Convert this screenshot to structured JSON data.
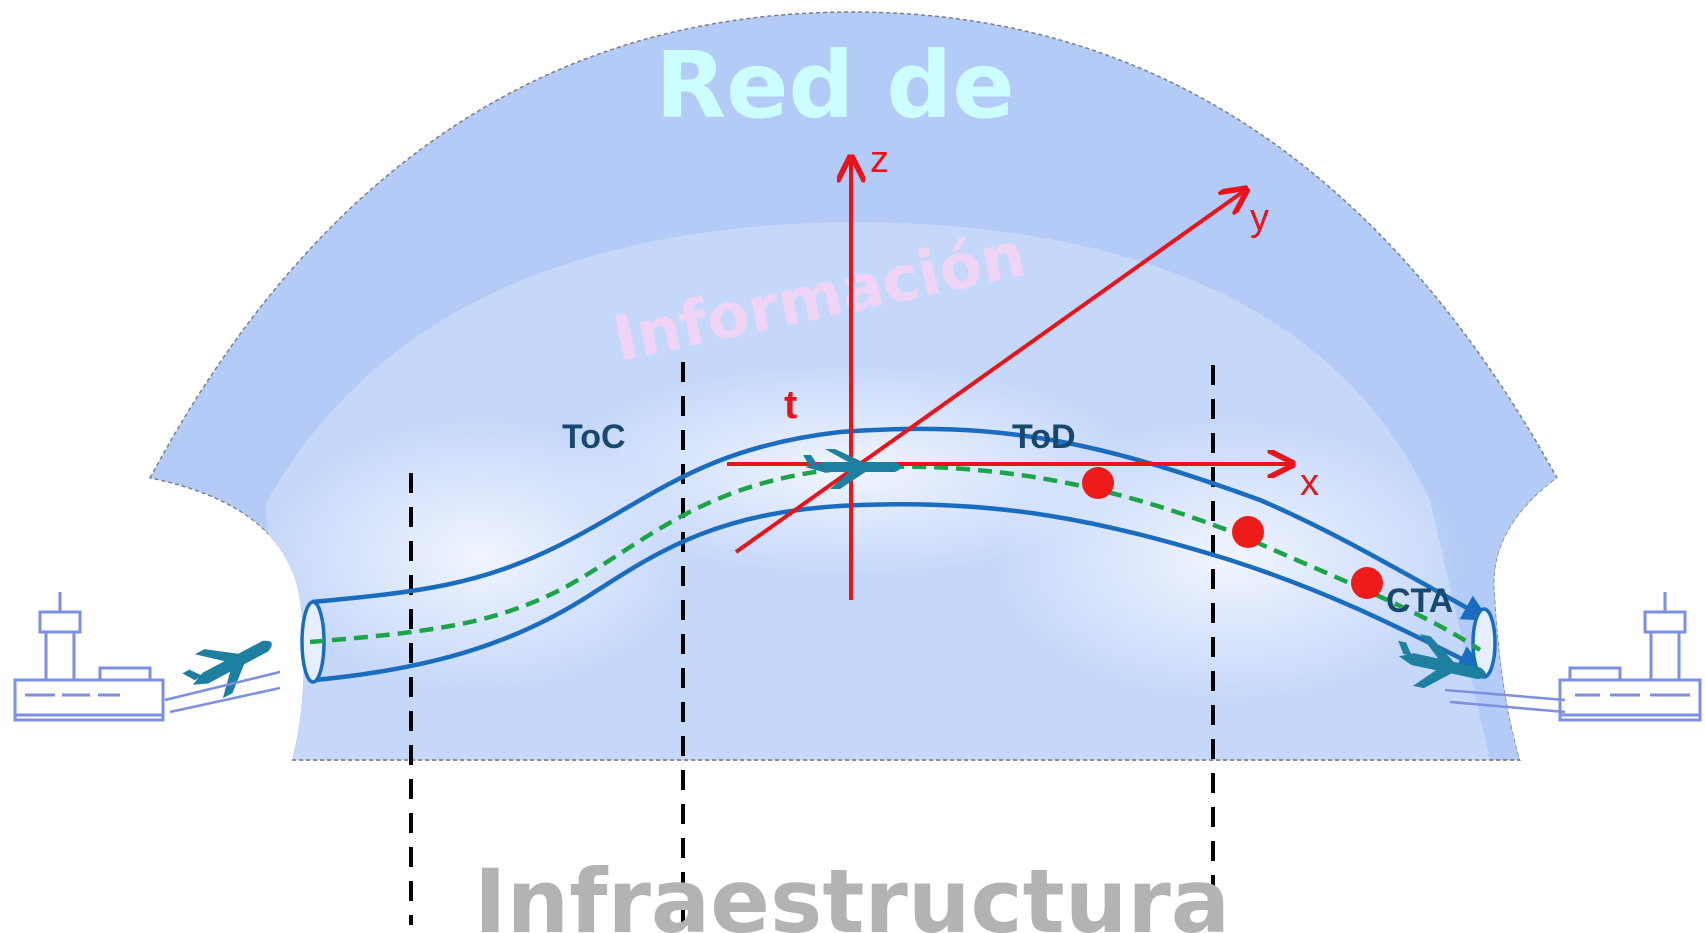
{
  "titles": {
    "network_top": "Red de",
    "network_mid": "Información",
    "infrastructure": "Infraestructura"
  },
  "phases": {
    "toc": "ToC",
    "tod": "ToD",
    "cta": "CTA"
  },
  "axes": {
    "z": "z",
    "y": "y",
    "x": "x",
    "t": "t"
  },
  "colors": {
    "dome": "#b3cbf6",
    "dome_inner": "#c9dafa",
    "tube": "#1a6cbf",
    "trajectory": "#1fa34a",
    "axis": "#e8141c",
    "waypoint": "#ee1b1b",
    "phase_label": "#17496f",
    "airplane": "#1f7fa1",
    "airport": "#7d8fe0",
    "title_top": "#ccfdff",
    "title_mid": "#f5d4f6",
    "title_bottom": "#b3b3b3"
  },
  "icons": {
    "departure_airport": "airport-control-tower-icon",
    "arrival_airport": "airport-control-tower-icon",
    "departing_plane": "airplane-icon",
    "cruise_plane": "airplane-icon",
    "arriving_plane": "airplane-icon"
  }
}
